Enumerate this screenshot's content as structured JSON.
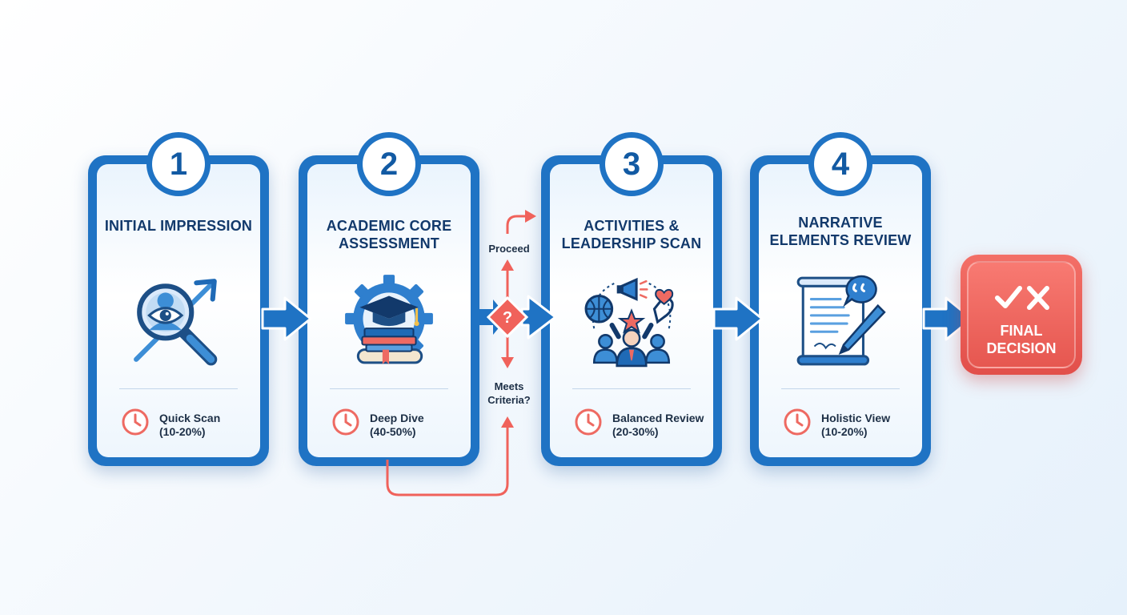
{
  "steps": [
    {
      "number": "1",
      "title": "Initial Impression",
      "icon": "magnifier-eye-icon",
      "time_label": "Quick Scan\n(10-20%)"
    },
    {
      "number": "2",
      "title": "Academic Core Assessment",
      "icon": "graduation-books-gear-icon",
      "time_label": "Deep Dive\n(40-50%)"
    },
    {
      "number": "3",
      "title": "Activities & Leadership Scan",
      "icon": "team-activities-icon",
      "time_label": "Balanced Review\n(20-30%)"
    },
    {
      "number": "4",
      "title": "Narrative Elements Review",
      "icon": "document-quote-pen-icon",
      "time_label": "Holistic View\n(10-20%)"
    }
  ],
  "decision": {
    "symbol": "?",
    "proceed_label": "Proceed",
    "criteria_label": "Meets\nCriteria?"
  },
  "final": {
    "title": "Final Decision",
    "icon": "check-cross-icon"
  },
  "colors": {
    "primary": "#1f73c4",
    "accent": "#f0625b",
    "text": "#12396b"
  }
}
